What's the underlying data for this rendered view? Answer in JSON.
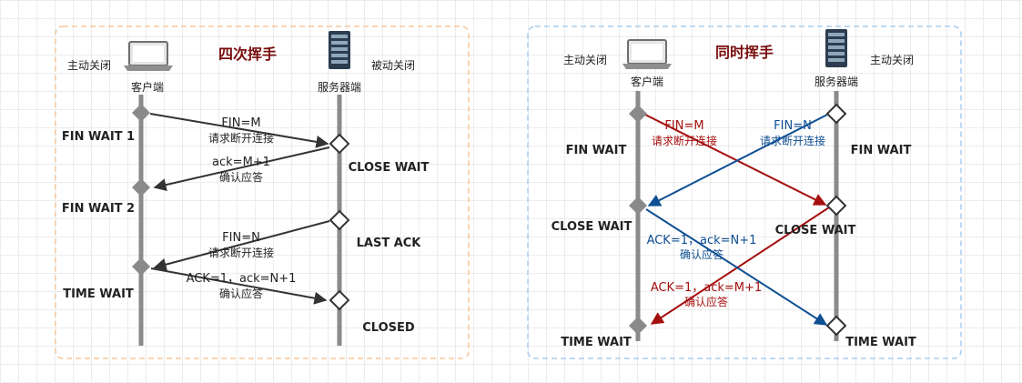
{
  "colors": {
    "left_border": "#f7c79b",
    "right_border": "#a9cdee",
    "title": "#7a0c0c",
    "timeline": "#8a8a8a",
    "arrow_dark": "#333333",
    "arrow_red": "#a50e0e",
    "arrow_blue": "#0f4f93"
  },
  "left": {
    "title": "四次挥手",
    "client_role": "主动关闭",
    "server_role": "被动关闭",
    "client_name": "客户端",
    "server_name": "服务器端",
    "client_icon": "laptop-icon",
    "server_icon": "server-icon",
    "states": {
      "fin_wait_1": "FIN WAIT 1",
      "fin_wait_2": "FIN WAIT 2",
      "time_wait": "TIME WAIT",
      "close_wait": "CLOSE WAIT",
      "last_ack": "LAST ACK",
      "closed": "CLOSED"
    },
    "messages": {
      "m1_line1": "FIN=M",
      "m1_line2": "请求断开连接",
      "m2_line1": "ack=M+1",
      "m2_line2": "确认应答",
      "m3_line1": "FIN=N",
      "m3_line2": "请求断开连接",
      "m4_line1": "ACK=1，ack=N+1",
      "m4_line2": "确认应答"
    }
  },
  "right": {
    "title": "同时挥手",
    "client_role": "主动关闭",
    "server_role": "主动关闭",
    "client_name": "客户端",
    "server_name": "服务器端",
    "client_icon": "laptop-icon",
    "server_icon": "server-icon",
    "states": {
      "client_fin_wait": "FIN WAIT",
      "server_fin_wait": "FIN WAIT",
      "client_close_wait": "CLOSE WAIT",
      "server_close_wait": "CLOSE WAIT",
      "client_time_wait": "TIME WAIT",
      "server_time_wait": "TIME WAIT"
    },
    "messages": {
      "c_fin_line1": "FIN=M",
      "c_fin_line2": "请求断开连接",
      "s_fin_line1": "FIN=N",
      "s_fin_line2": "请求断开连接",
      "c_ack_line1": "ACK=1，ack=N+1",
      "c_ack_line2": "确认应答",
      "s_ack_line1": "ACK=1，ack=M+1",
      "s_ack_line2": "确认应答"
    }
  }
}
